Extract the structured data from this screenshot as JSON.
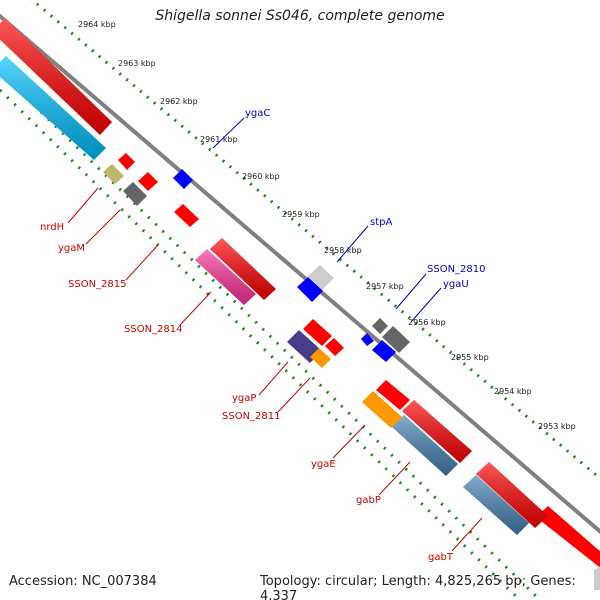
{
  "title": "Shigella sonnei Ss046, complete genome",
  "footer": {
    "accession": "Accession: NC_007384",
    "summary": "Topology: circular; Length: 4,825,265 bp; Genes: 4,337"
  },
  "scale_labels": [
    "2964 kbp",
    "2963 kbp",
    "2962 kbp",
    "2961 kbp",
    "2960 kbp",
    "2959 kbp",
    "2958 kbp",
    "2957 kbp",
    "2956 kbp",
    "2955 kbp",
    "2954 kbp",
    "2953 kbp"
  ],
  "genes_forward": [
    "ygaC",
    "stpA",
    "SSON_2810",
    "ygaU"
  ],
  "genes_reverse": [
    "nrdH",
    "ygaM",
    "SSON_2815",
    "SSON_2814",
    "ygaP",
    "SSON_2811",
    "ygaE",
    "gabP",
    "gabT"
  ],
  "colors": {
    "backbone": "#808080",
    "tick_green": "#1a8a1a",
    "forward_label": "#0000cc",
    "reverse_label": "#cc0000",
    "red": "#ff0000",
    "blue": "#0000ff",
    "cyan": "#00bfff",
    "magenta": "#ff3399",
    "orange": "#ff9900",
    "steelblue": "#4682b4",
    "indigo": "#483d8b",
    "khaki": "#bdb76b",
    "gray": "#666666",
    "lightgray": "#cccccc"
  }
}
